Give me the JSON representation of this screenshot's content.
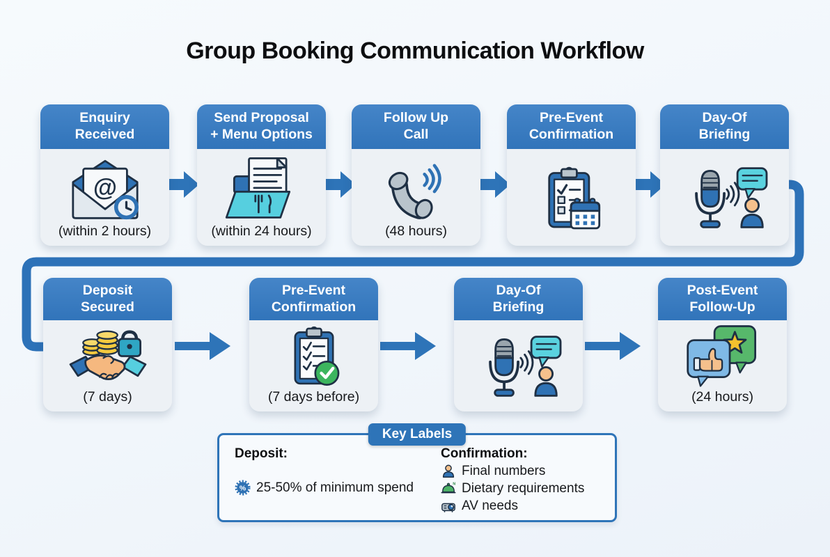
{
  "title": "Group Booking Communication Workflow",
  "flow": {
    "row1": [
      {
        "icon": "email-clock",
        "title_lines": [
          "Enquiry",
          "Received"
        ],
        "time": "(within 2 hours)"
      },
      {
        "icon": "menu-folder",
        "title_lines": [
          "Send Proposal",
          "+ Menu Options"
        ],
        "time": "(within 24 hours)"
      },
      {
        "icon": "phone-call",
        "title_lines": [
          "Follow Up",
          "Call"
        ],
        "time": "(48 hours)"
      },
      {
        "icon": "clipboard-calendar",
        "title_lines": [
          "Pre-Event",
          "Confirmation"
        ],
        "time": ""
      },
      {
        "icon": "mic-chat",
        "title_lines": [
          "Day-Of",
          "Briefing"
        ],
        "time": ""
      }
    ],
    "row2": [
      {
        "icon": "handshake-coins-lock",
        "title_lines": [
          "Deposit",
          "Secured"
        ],
        "time": "(7 days)"
      },
      {
        "icon": "clipboard-check",
        "title_lines": [
          "Pre-Event",
          "Confirmation"
        ],
        "time": "(7 days before)"
      },
      {
        "icon": "mic-chat",
        "title_lines": [
          "Day-Of",
          "Briefing"
        ],
        "time": ""
      },
      {
        "icon": "feedback-bubbles",
        "title_lines": [
          "Post-Event",
          "Follow-Up"
        ],
        "time": "(24 hours)"
      }
    ]
  },
  "key_labels": {
    "badge": "Key Labels",
    "deposit_heading": "Deposit:",
    "deposit_items": [
      {
        "icon": "percent-badge",
        "text": "25-50% of minimum spend"
      }
    ],
    "confirmation_heading": "Confirmation:",
    "confirmation_items": [
      {
        "icon": "person",
        "text": "Final numbers"
      },
      {
        "icon": "cloche",
        "text": "Dietary requirements"
      },
      {
        "icon": "projector",
        "text": "AV needs"
      }
    ]
  },
  "colors": {
    "accent_blue": "#2e74b8",
    "header_blue": "#3579c1",
    "teal": "#56cfdf",
    "green": "#45b564",
    "gold": "#f3c93f",
    "card_body": "#edf1f5",
    "background": "#f1f6fb"
  }
}
